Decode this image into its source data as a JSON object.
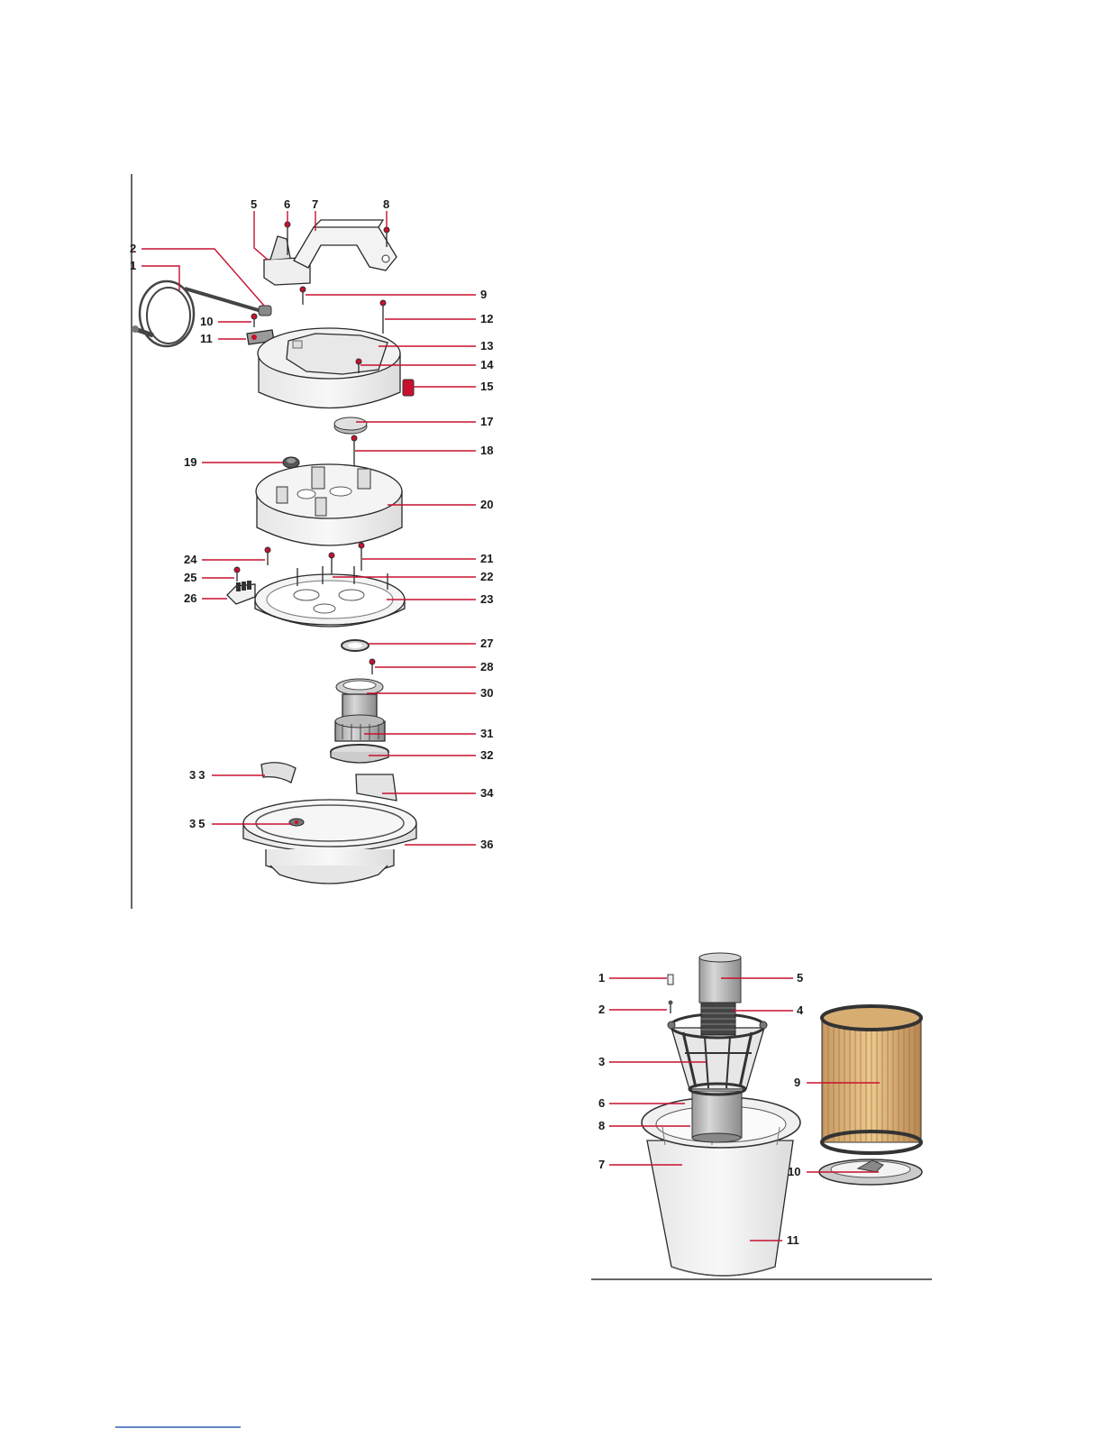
{
  "accent_color": "#c8102e",
  "motor_head_diagram": {
    "labels": [
      "1",
      "2",
      "5",
      "6",
      "7",
      "8",
      "9",
      "10",
      "11",
      "12",
      "13",
      "14",
      "15",
      "17",
      "18",
      "19",
      "20",
      "21",
      "22",
      "23",
      "24",
      "25",
      "26",
      "27",
      "28",
      "30",
      "31",
      "32",
      "33",
      "34",
      "35",
      "36"
    ]
  },
  "tank_diagram": {
    "labels": [
      "1",
      "2",
      "3",
      "4",
      "5",
      "6",
      "7",
      "8",
      "9",
      "10",
      "11"
    ]
  }
}
